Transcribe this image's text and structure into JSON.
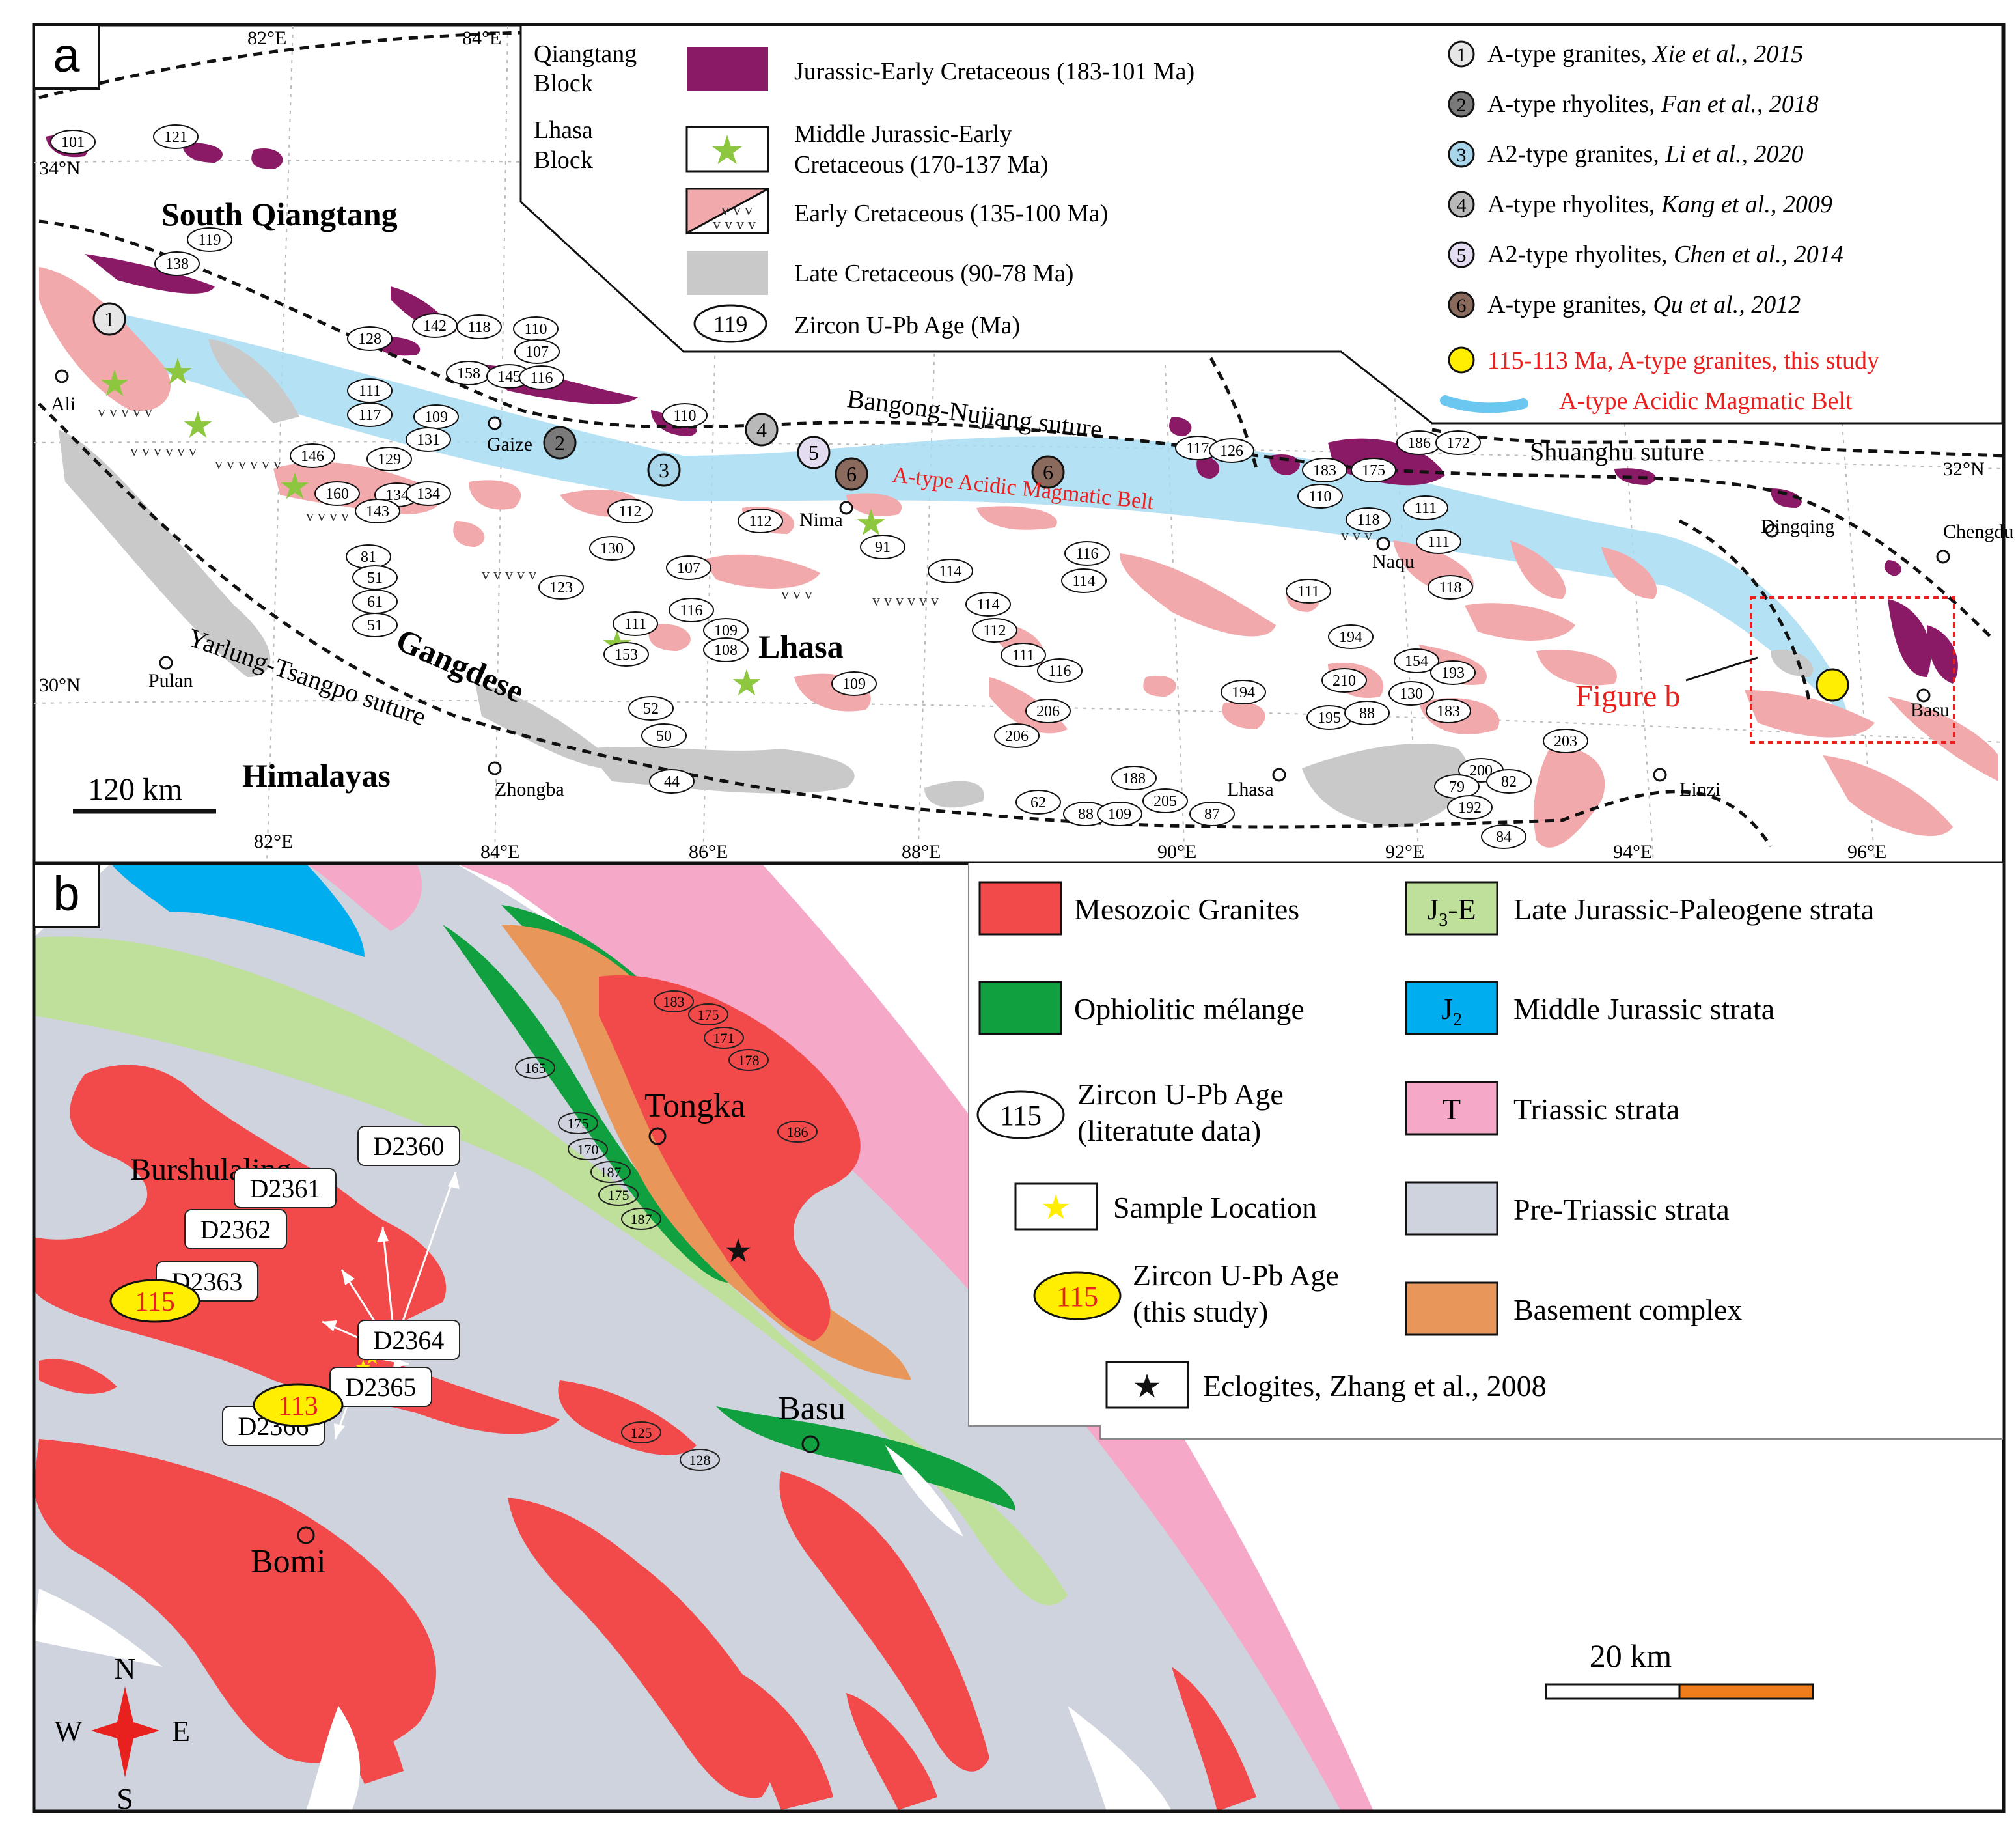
{
  "panel_a": {
    "label": "a",
    "graticule": {
      "lon_top": [
        "82°E",
        "84°E"
      ],
      "lon_bottom": [
        "82°E",
        "84°E",
        "86°E",
        "88°E",
        "90°E",
        "92°E",
        "94°E",
        "96°E"
      ],
      "lat": [
        "34°N",
        "32°N",
        "30°N"
      ]
    },
    "regions": {
      "south_qiangtang": "South Qiangtang",
      "lhasa": "Lhasa",
      "gangdese": "Gangdese",
      "himalayas": "Himalayas"
    },
    "sutures": {
      "bangong": "Bangong-Nujiang suture",
      "shuanghu": "Shuanghu suture",
      "yarlung": "Yarlung-Tsangpo suture"
    },
    "belt_label": "A-type Acidic Magmatic Belt",
    "figure_b_label": "Figure b",
    "scale": "120 km",
    "cities": [
      "Ali",
      "Gaize",
      "Nima",
      "Naqu",
      "Dingqing",
      "Chengdu",
      "Pulan",
      "Zhongba",
      "Lhasa",
      "Linzi",
      "Basu"
    ],
    "block_labels": [
      "Qiangtang",
      "Block",
      "Lhasa",
      "Block"
    ],
    "legend": {
      "jurassic": "Jurassic-Early Cretaceous (183-101 Ma)",
      "middle_jurassic_1": "Middle Jurassic-Early",
      "middle_jurassic_2": "Cretaceous (170-137 Ma)",
      "early_cret": "Early Cretaceous (135-100 Ma)",
      "late_cret": "Late Cretaceous (90-78 Ma)",
      "zircon_num": "119",
      "zircon": "Zircon U-Pb Age (Ma)"
    },
    "refs": [
      {
        "n": "1",
        "type": "A-type granites, ",
        "cite": "Xie et al., 2015",
        "color": "#e6e6e6"
      },
      {
        "n": "2",
        "type": "A-type rhyolites, ",
        "cite": "Fan et al., 2018",
        "color": "#7a7a7a"
      },
      {
        "n": "3",
        "type": "A2-type granites, ",
        "cite": "Li et al., 2020",
        "color": "#a9d6ea"
      },
      {
        "n": "4",
        "type": "A-type rhyolites, ",
        "cite": "Kang et al., 2009",
        "color": "#b9b9b9"
      },
      {
        "n": "5",
        "type": "A2-type rhyolites, ",
        "cite": "Chen et al., 2014",
        "color": "#e4dcf0"
      },
      {
        "n": "6",
        "type": "A-type granites, ",
        "cite": "Qu et al., 2012",
        "color": "#8a6a5c"
      }
    ],
    "this_study": "115-113 Ma, A-type granites, this study",
    "belt_legend": "A-type Acidic Magmatic Belt",
    "ages": [
      "101",
      "121",
      "119",
      "138",
      "128",
      "142",
      "118",
      "110",
      "107",
      "158",
      "145",
      "116",
      "110",
      "111",
      "117",
      "109",
      "131",
      "146",
      "129",
      "160",
      "134",
      "134",
      "143",
      "112",
      "112",
      "130",
      "107",
      "123",
      "81",
      "51",
      "61",
      "51",
      "111",
      "153",
      "116",
      "109",
      "108",
      "91",
      "109",
      "114",
      "114",
      "112",
      "111",
      "116",
      "206",
      "206",
      "116",
      "114",
      "117",
      "126",
      "186",
      "172",
      "183",
      "175",
      "110",
      "118",
      "111",
      "111",
      "118",
      "111",
      "194",
      "154",
      "193",
      "210",
      "130",
      "195",
      "88",
      "183",
      "194",
      "203",
      "52",
      "50",
      "44",
      "188",
      "205",
      "62",
      "88",
      "109",
      "87",
      "200",
      "82",
      "79",
      "192",
      "84"
    ],
    "colors": {
      "jurassic": "#8b1a66",
      "early_cret": "#f2a9ac",
      "late_cret": "#c9c9c9",
      "belt": "#a8dcf3",
      "star": "#8dc63f",
      "this_study": "#ffee00",
      "red_text": "#e8201e"
    }
  },
  "panel_b": {
    "label": "b",
    "places": {
      "tongka": "Tongka",
      "burshulaling": "Burshulaling",
      "basu": "Basu",
      "bomi": "Bomi"
    },
    "samples": [
      "D2360",
      "D2361",
      "D2362",
      "D2363",
      "D2364",
      "D2365",
      "D2366"
    ],
    "study_ages": [
      "115",
      "113"
    ],
    "lit_ages": [
      "183",
      "175",
      "171",
      "178",
      "165",
      "175",
      "170",
      "187",
      "175",
      "187",
      "186",
      "125",
      "128"
    ],
    "legend": {
      "granites": "Mesozoic Granites",
      "ophiolite": "Ophiolitic mélange",
      "zircon_lit_num": "115",
      "zircon_lit_1": "Zircon U-Pb Age",
      "zircon_lit_2": "(literatute data)",
      "sample_loc": "Sample Location",
      "zircon_study_num": "115",
      "zircon_study_1": "Zircon U-Pb Age",
      "zircon_study_2": "(this study)",
      "eclogites": "Eclogites, Zhang et al., 2008",
      "j3e_code": "J3-E",
      "j3e": "Late Jurassic-Paleogene strata",
      "j2_code": "J2",
      "j2": "Middle Jurassic strata",
      "t_code": "T",
      "t": "Triassic strata",
      "pretri": "Pre-Triassic strata",
      "basement": "Basement complex"
    },
    "scale": "20 km",
    "compass": {
      "n": "N",
      "s": "S",
      "e": "E",
      "w": "W"
    },
    "colors": {
      "granite": "#f24a4a",
      "ophiolite": "#10a040",
      "j3e": "#bfe09a",
      "j2": "#00aeef",
      "triassic": "#f5a8c8",
      "pretri": "#cfd3dd",
      "basement": "#e8965a",
      "scale_orange": "#f07d1c"
    }
  }
}
